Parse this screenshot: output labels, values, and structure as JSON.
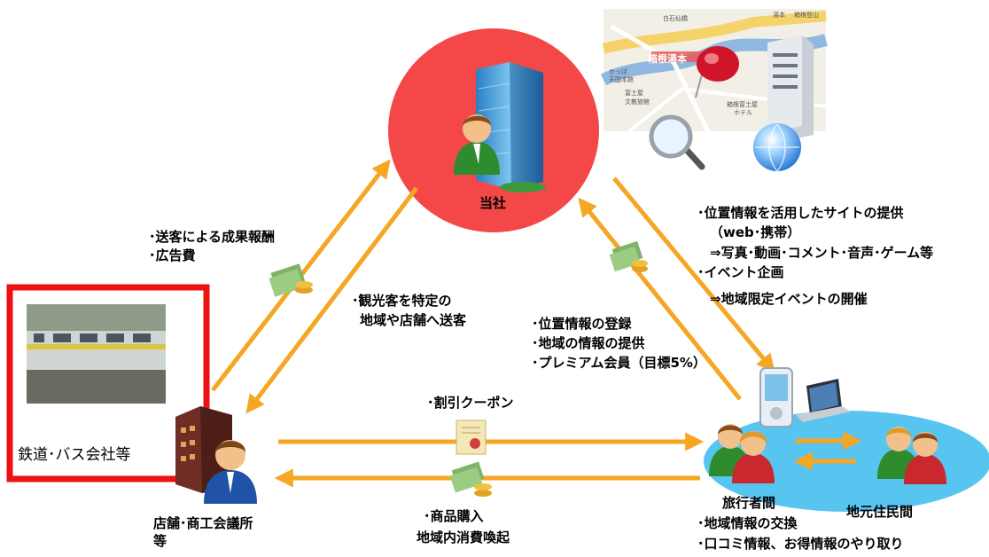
{
  "nodes": {
    "company": "当社",
    "rail": "鉄道･バス会社等",
    "stores": [
      "店舗･商工会議所",
      "等"
    ],
    "travelers": "旅行者間",
    "locals": "地元住民間"
  },
  "labels": {
    "fee": [
      "･送客による成果報酬",
      "･広告費"
    ],
    "send": [
      "･観光客を特定の",
      "地域や店舗へ送客"
    ],
    "location": [
      "･位置情報の登録",
      "･地域の情報の提供",
      "･プレミアム会員（目標5%）"
    ],
    "service": [
      "･位置情報を活用したサイトの提供",
      "（web･携帯）",
      "⇒写真･動画･コメント･音声･ゲーム等",
      "･イベント企画",
      "⇒地域限定イベントの開催"
    ],
    "coupon": "･割引クーポン",
    "purchase": [
      "･商品購入",
      "地域内消費喚起"
    ],
    "exchange": [
      "･地域情報の交換",
      "･口コミ情報、お得情報のやり取り"
    ]
  },
  "map": {
    "station_label": "箱根湯本",
    "place_labels": [
      "白石仙橋",
      "かっぱ",
      "天国本館",
      "富士屋",
      "文教旅館",
      "箱根富士屋",
      "ホテル",
      "湯本",
      "箱根登山"
    ]
  },
  "colors": {
    "company_circle": "#f44848",
    "arrow": "#f5a623",
    "rail_frame": "#ee1111",
    "traveler_ellipse": "#58c4f0"
  }
}
